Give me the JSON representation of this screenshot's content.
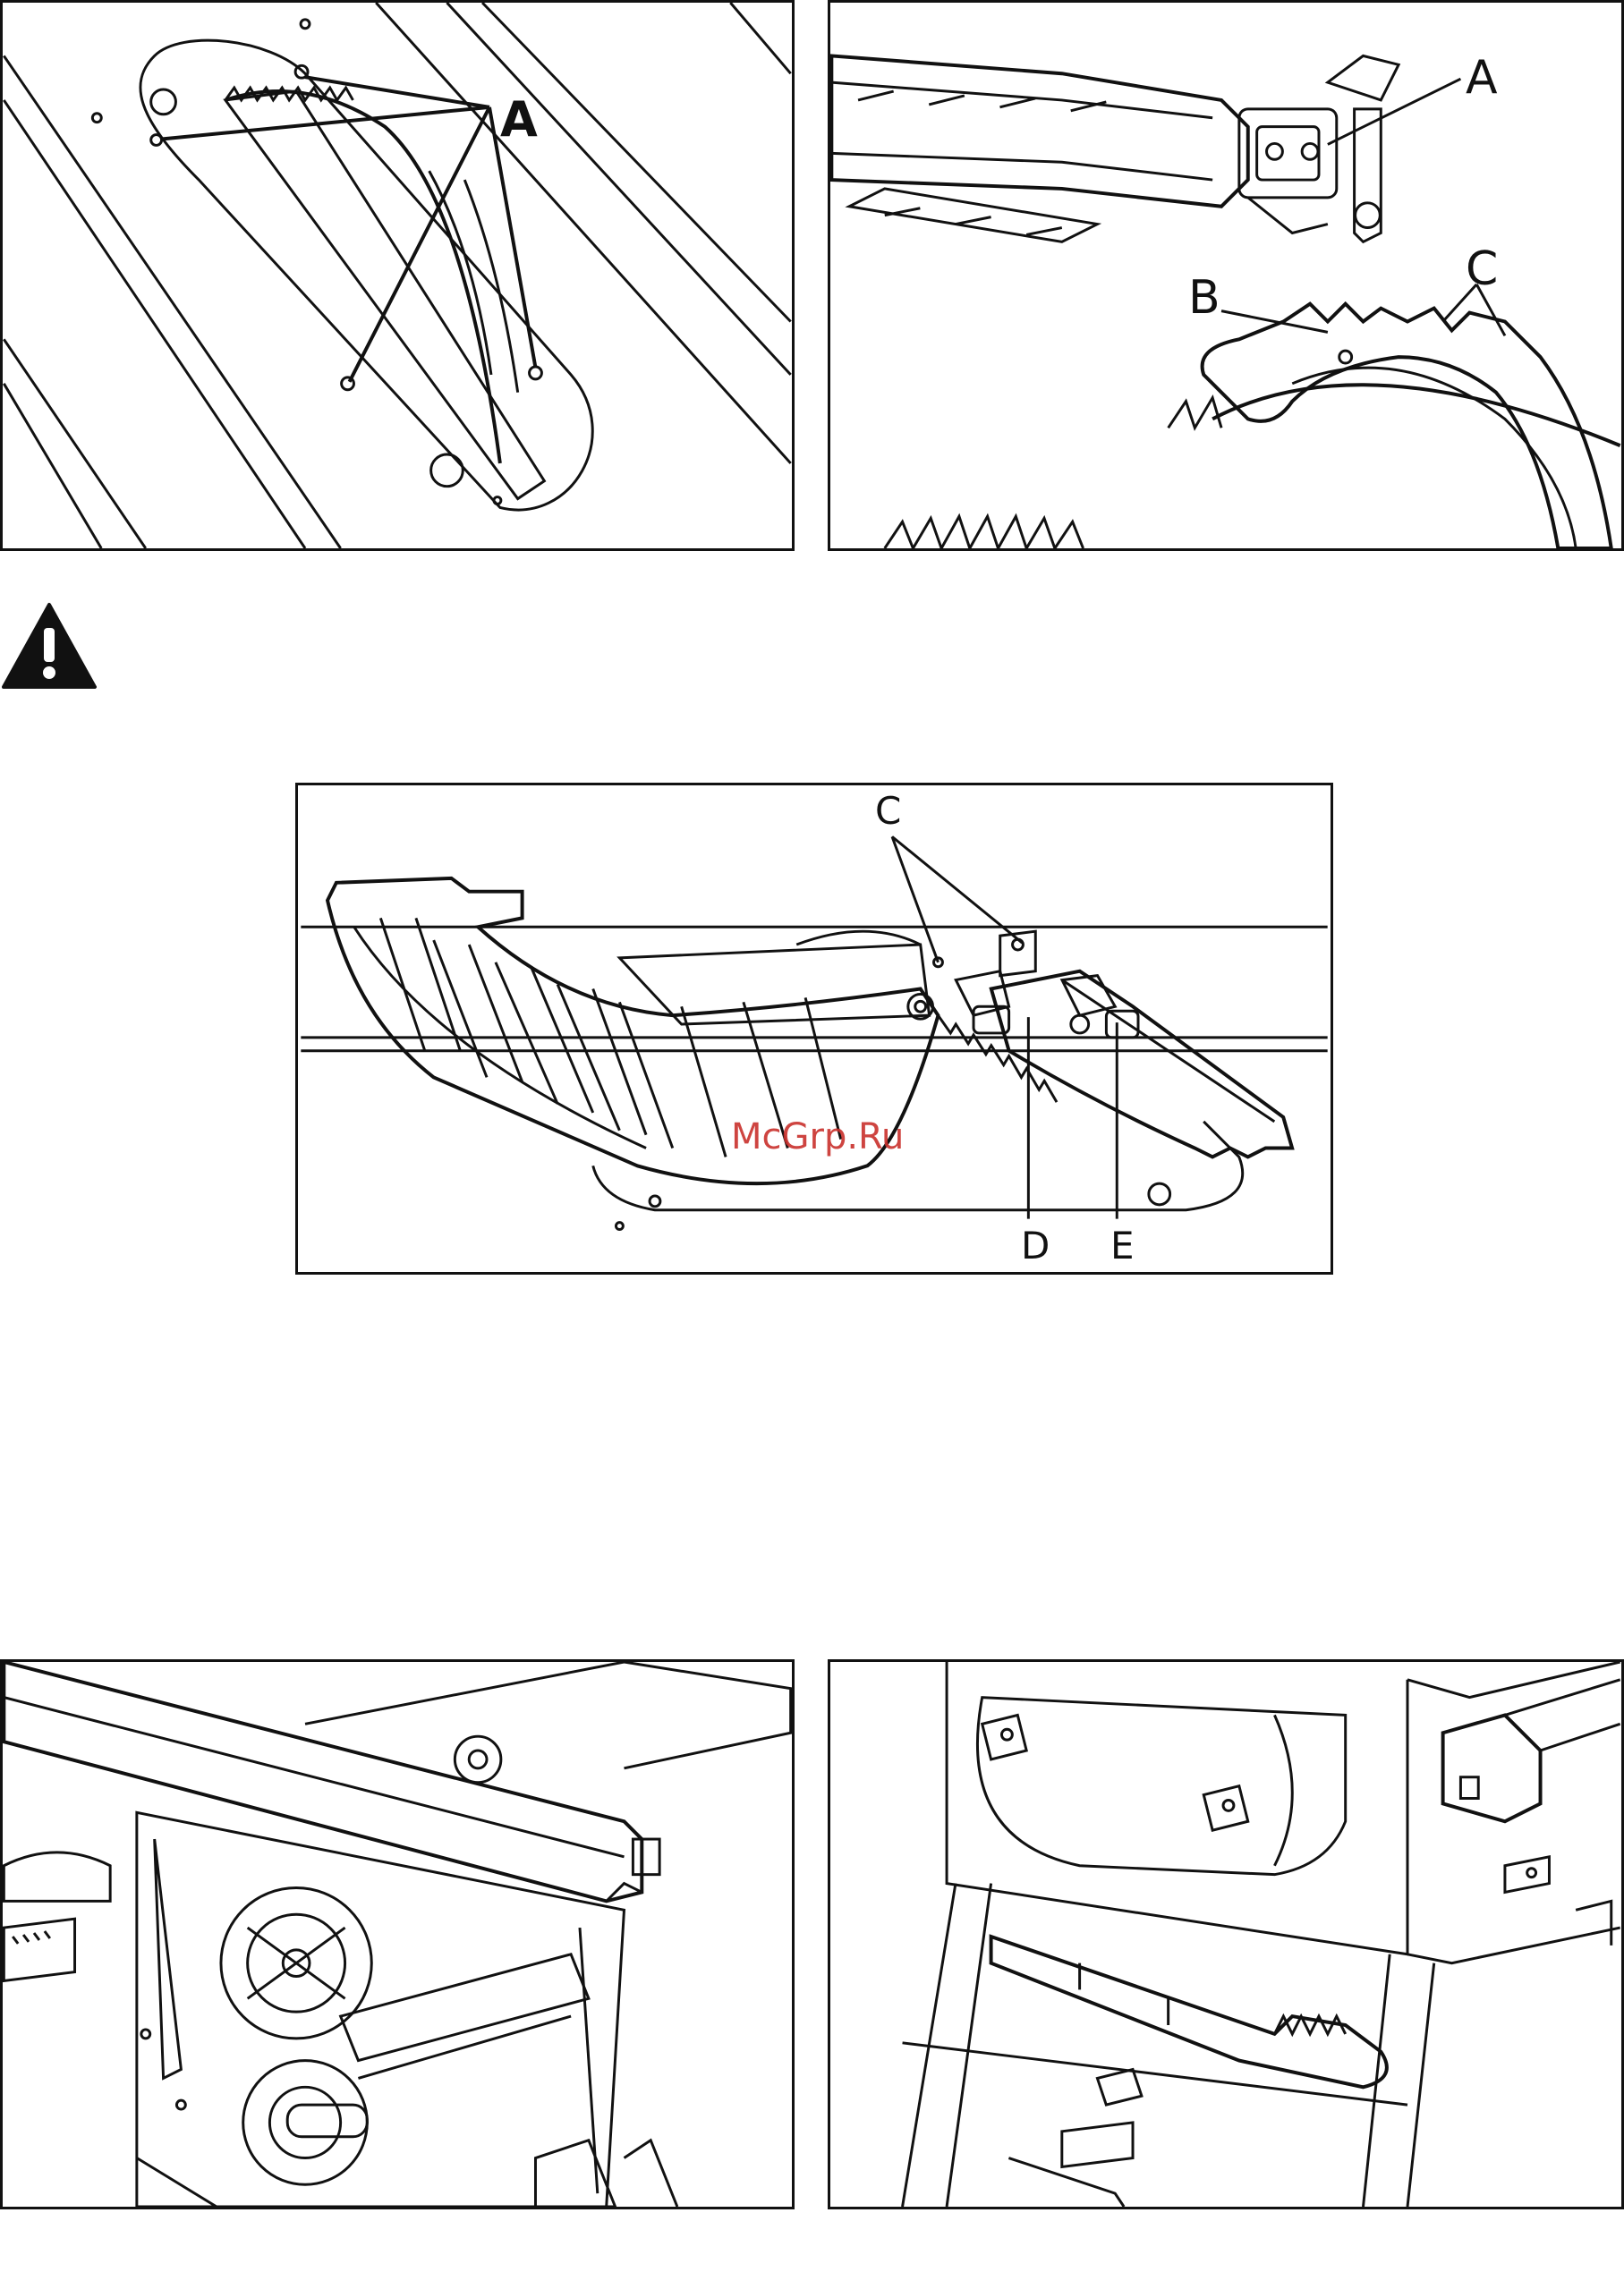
{
  "figure1": {
    "label_a": "A"
  },
  "figure2": {
    "label_a": "A",
    "label_b": "B",
    "label_c": "C"
  },
  "warning": {
    "icon": "warning-triangle-icon"
  },
  "figure3": {
    "label_c": "C",
    "label_d": "D",
    "label_e": "E"
  },
  "watermark": {
    "text": "McGrp.Ru"
  }
}
